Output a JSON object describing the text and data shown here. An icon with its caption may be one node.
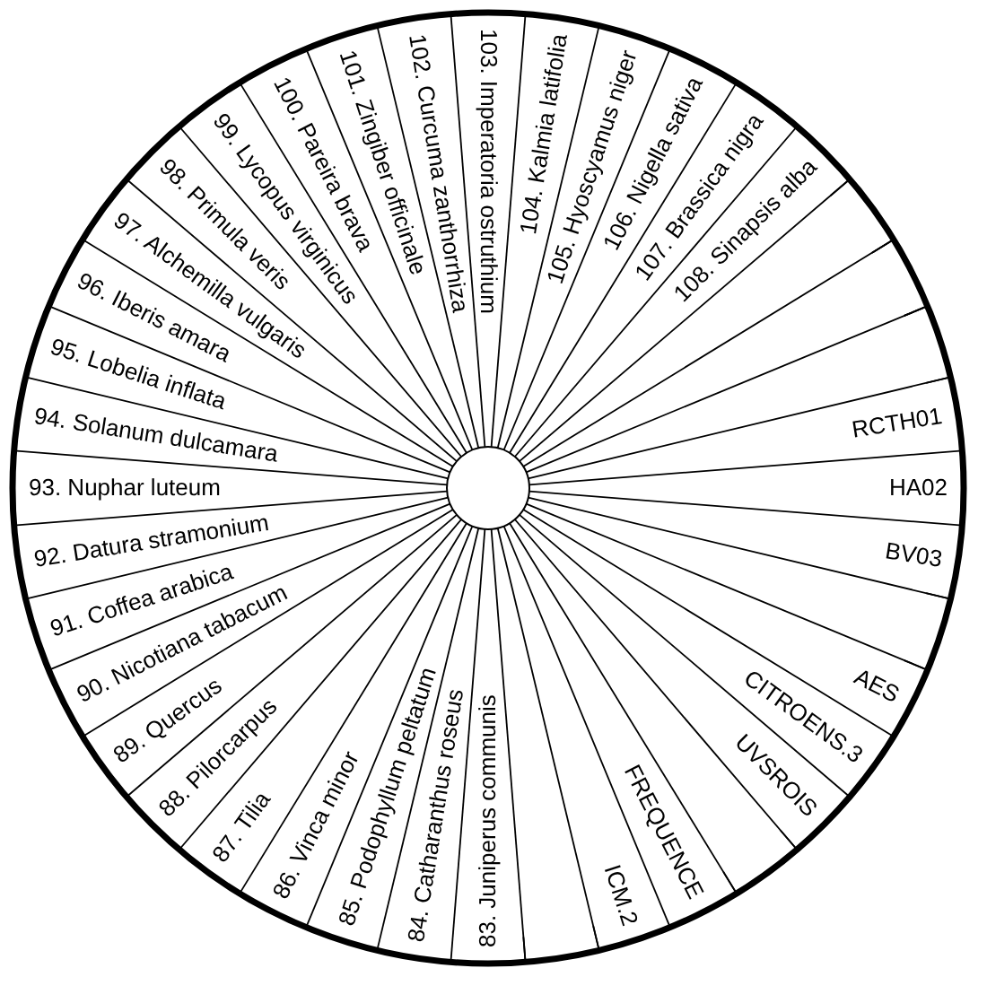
{
  "diagram": {
    "nodes": [
      {
        "text": [
          "83. Juniperus communis"
        ]
      },
      {
        "text": [
          "84. Catharanthus roseus"
        ]
      },
      {
        "text": [
          "85. Podophyllum peltatum"
        ]
      },
      {
        "text": [
          "86. Vinca minor"
        ]
      },
      {
        "text": [
          "87. Tilia"
        ]
      },
      {
        "text": [
          "88. Pilorcarpus"
        ]
      },
      {
        "text": [
          "89. Quercus"
        ]
      },
      {
        "text": [
          "90. Nicotiana tabacum"
        ]
      },
      {
        "text": [
          "91. Coffea arabica"
        ]
      },
      {
        "text": [
          "92. Datura stramonium"
        ]
      },
      {
        "text": [
          "93. Nuphar luteum"
        ]
      },
      {
        "text": [
          "94. Solanum dulcamara"
        ]
      },
      {
        "text": [
          "95. Lobelia inflata"
        ]
      },
      {
        "text": [
          "96. Iberis amara"
        ]
      },
      {
        "text": [
          "97. Alchemilla vulgaris"
        ]
      },
      {
        "text": [
          "98. Primula veris"
        ]
      },
      {
        "text": [
          "99. Lycopus virginicus"
        ]
      },
      {
        "text": [
          "100. Pareira brava"
        ]
      },
      {
        "text": [
          "101. Zingiber officinale"
        ]
      },
      {
        "text": [
          "102. Curcuma zanthorrhiza"
        ]
      },
      {
        "text": [
          "103. Imperatoria ostruthium"
        ]
      },
      {
        "text": [
          "104. Kalmia latifolia"
        ]
      },
      {
        "text": [
          "105. Hyoscyamus niger"
        ]
      },
      {
        "text": [
          "106. Nigella sativa"
        ]
      },
      {
        "text": [
          "107. Brassica nigra"
        ]
      },
      {
        "text": [
          "108. Sinapsis alba"
        ]
      },
      {
        "text": [],
        "shape": "wedge"
      },
      {
        "text": [],
        "shape": "wedge"
      },
      {
        "text": [],
        "shape": "wedge"
      },
      {
        "text": [
          "RCTH01"
        ]
      },
      {
        "text": [
          "HA02"
        ]
      },
      {
        "text": [
          "BV03"
        ]
      },
      {
        "text": [],
        "shape": "wedge"
      },
      {
        "text": [
          "AES"
        ]
      },
      {
        "text": [
          "CITROENS.3"
        ]
      },
      {
        "text": [
          "UVSROIS"
        ]
      },
      {
        "text": [],
        "shape": "wedge"
      },
      {
        "text": [
          "FREQUENCE"
        ]
      },
      {
        "text": [
          "ICM.2"
        ]
      },
      {
        "text": [],
        "shape": "wedge"
      }
    ]
  }
}
